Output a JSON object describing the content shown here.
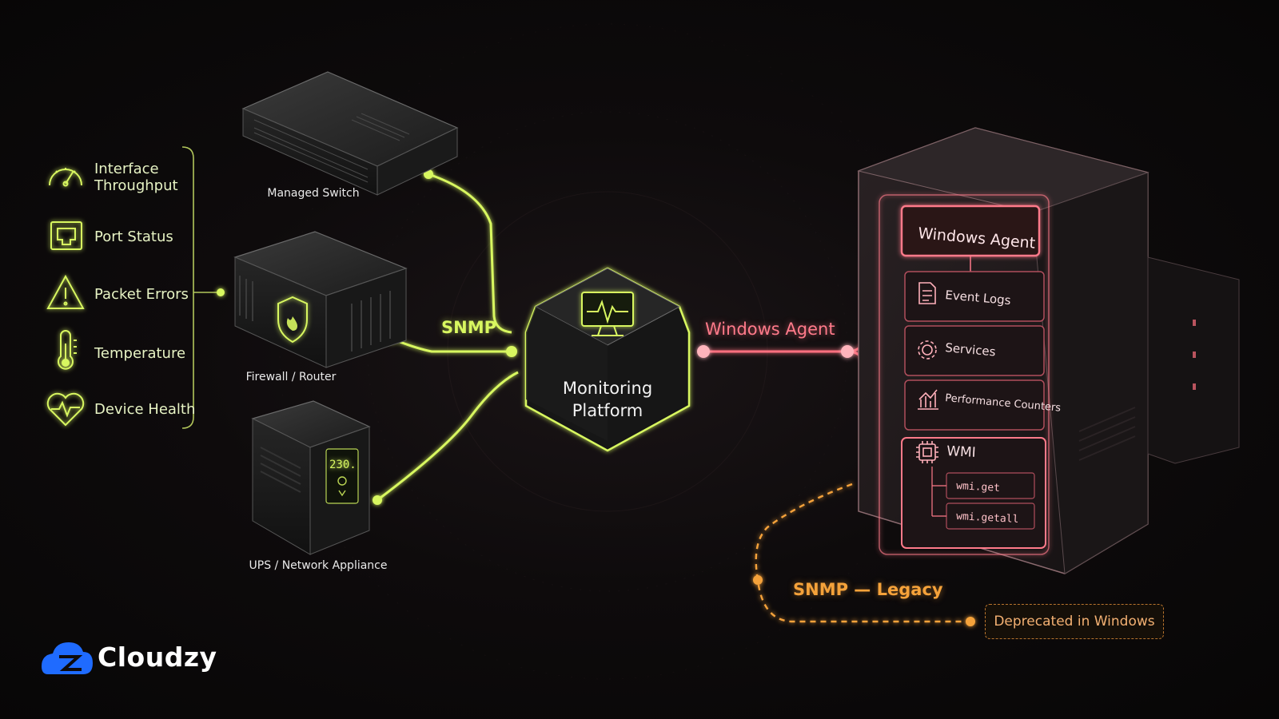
{
  "colors": {
    "snmp": "#d8f760",
    "agent": "#ff6f7f",
    "legacy": "#f5a23a",
    "server_border": "#ff7a8a"
  },
  "metrics": {
    "title_hidden": "",
    "items": [
      {
        "label": "Interface\nThroughput",
        "icon": "gauge-icon"
      },
      {
        "label": "Port Status",
        "icon": "ethernet-port-icon"
      },
      {
        "label": "Packet Errors",
        "icon": "warning-icon"
      },
      {
        "label": "Temperature",
        "icon": "thermometer-icon"
      },
      {
        "label": "Device Health",
        "icon": "heart-pulse-icon"
      }
    ]
  },
  "devices": {
    "switch": {
      "label": "Managed Switch"
    },
    "firewall": {
      "label": "Firewall / Router"
    },
    "ups": {
      "label": "UPS / Network Appliance",
      "display_value": "230."
    }
  },
  "protocols": {
    "snmp": "SNMP",
    "agent": "Windows Agent",
    "legacy": "SNMP — Legacy"
  },
  "hub": {
    "label": "Monitoring\nPlatform",
    "icon": "monitor-pulse-icon"
  },
  "server": {
    "header": "Windows Agent",
    "items": [
      {
        "label": "Event Logs",
        "icon": "document-icon"
      },
      {
        "label": "Services",
        "icon": "gear-icon"
      },
      {
        "label": "Performance Counters",
        "icon": "bar-chart-icon"
      },
      {
        "label": "WMI",
        "icon": "chip-icon"
      }
    ],
    "wmi_calls": [
      "wmi.get",
      "wmi.getall"
    ]
  },
  "badge": {
    "label": "Deprecated in Windows"
  },
  "brand": {
    "name": "Cloudzy",
    "icon": "cloudzy-logo-icon"
  }
}
